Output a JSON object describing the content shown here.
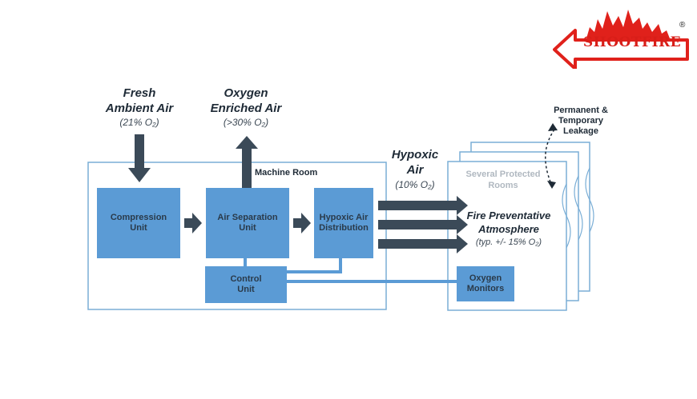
{
  "brand": {
    "name": "SHOOTFIRE",
    "registered": "®",
    "flame_color": "#e0211b"
  },
  "colors": {
    "accent": "#5b9bd5",
    "frame": "#7aaed6",
    "arrow": "#3b4a58"
  },
  "inputs": {
    "fresh_line1": "Fresh",
    "fresh_line2": "Ambient Air",
    "fresh_sub": "(21% O₂)",
    "oxygen_line1": "Oxygen",
    "oxygen_line2": "Enriched Air",
    "oxygen_sub": "(>30% O₂)"
  },
  "machine_room": {
    "label": "Machine Room",
    "compression": [
      "Compression",
      "Unit"
    ],
    "separation": [
      "Air Separation",
      "Unit"
    ],
    "distribution": [
      "Hypoxic Air",
      "Distribution"
    ],
    "control": [
      "Control",
      "Unit"
    ]
  },
  "hypoxic": {
    "line1": "Hypoxic",
    "line2": "Air",
    "sub": "(10% O₂)"
  },
  "rooms": {
    "several": [
      "Several Protected",
      "Rooms"
    ],
    "fire_line1": "Fire Preventative",
    "fire_line2": "Atmosphere",
    "fire_sub": "(typ. +/- 15% O₂)",
    "monitors": [
      "Oxygen",
      "Monitors"
    ],
    "leakage": [
      "Permanent &",
      "Temporary",
      "Leakage"
    ]
  }
}
